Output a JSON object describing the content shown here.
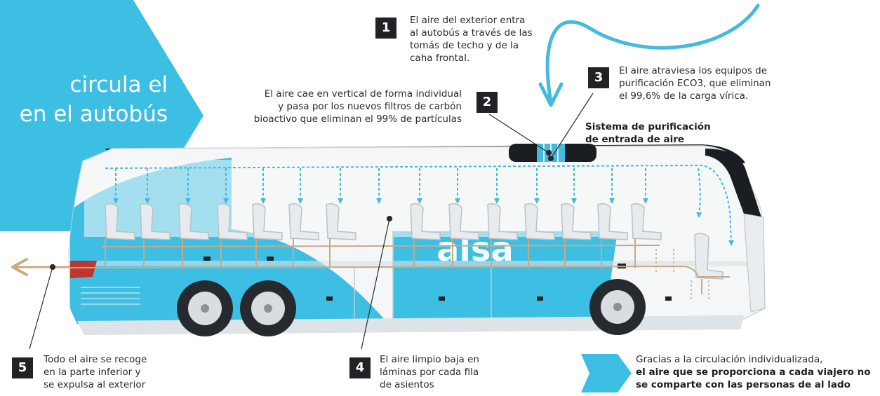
{
  "title": {
    "line1": "circula el",
    "line2": "en el autobús"
  },
  "steps": [
    {
      "number": "1",
      "lines": [
        "El aire del exterior entra",
        "al autobús a través de las",
        "tomás de techo y de la",
        "caha frontal."
      ]
    },
    {
      "number": "2",
      "lines": [
        "El aire cae en vertical de forma individual",
        "y pasa por los nuevos filtros de carbón",
        "bioactivo que eliminan el 99% de partículas"
      ]
    },
    {
      "number": "3",
      "lines": [
        "El aire atraviesa los equipos de",
        "purificación ECO3, que eliminan",
        "el 99,6% de la carga vírica."
      ]
    },
    {
      "number": "4",
      "lines": [
        "El aire limpio baja en",
        "láminas por cada fila",
        "de asientos"
      ]
    },
    {
      "number": "5",
      "lines": [
        "Todo el aire se recoge",
        "en la parte inferior y",
        "se expulsa al exterior"
      ]
    }
  ],
  "purification_label": {
    "line1": "Sistema de purificación",
    "line2": "de entrada de aire"
  },
  "footnote": {
    "line1": "Gracias a la circulación individualizada,",
    "line2": "el aire que se proporciona a cada viajero no",
    "line3": "se comparte con las personas de al lado"
  },
  "bus_logo_text": "alsa",
  "colors": {
    "accent": "#3dbfe3",
    "airflow": "#46b9df",
    "exhaust": "#c8aa85",
    "badge": "#222226",
    "body": "#f4f6f7"
  },
  "icons": [
    "airflow-arrow-icon",
    "exhaust-arrow-icon",
    "purifier-unit-icon"
  ]
}
